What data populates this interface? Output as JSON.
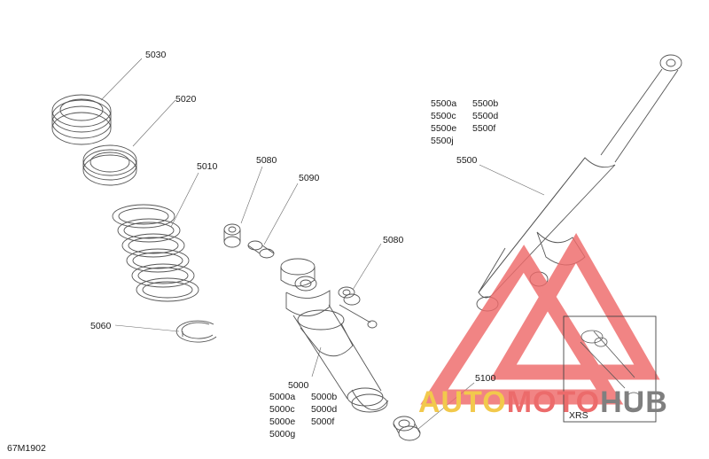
{
  "diagram": {
    "figure_code": "67M1902",
    "callouts": {
      "p5030": "5030",
      "p5020": "5020",
      "p5010": "5010",
      "p5060": "5060",
      "p5080a": "5080",
      "p5090": "5090",
      "p5080b": "5080",
      "p5000": "5000",
      "p5100": "5100",
      "p5500": "5500"
    },
    "variants_5000": [
      "5000a",
      "5000b",
      "5000c",
      "5000d",
      "5000e",
      "5000f",
      "5000g"
    ],
    "variants_5500": [
      "5500a",
      "5500b",
      "5500c",
      "5500d",
      "5500e",
      "5500f",
      "5500j"
    ],
    "inset_label": "XRS"
  },
  "watermark": {
    "part1": "AUTO",
    "part2": "MOTO",
    "part3": "HUB",
    "colors": {
      "auto": "#f2c94c",
      "moto": "#ec6b6b",
      "hub": "#7f7f7f",
      "triangle": "#ee6a6a"
    }
  }
}
